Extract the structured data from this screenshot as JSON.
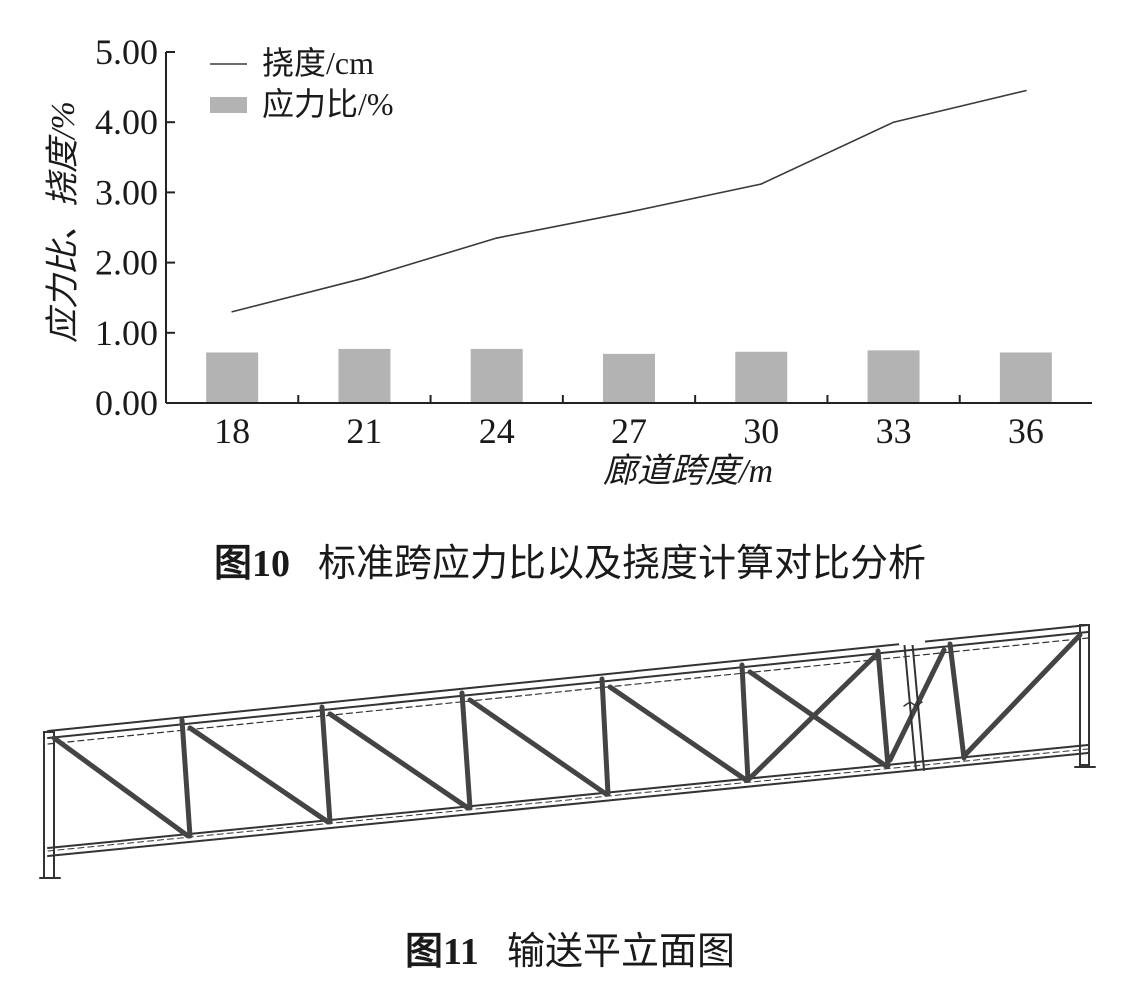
{
  "chart_data": {
    "type": "bar",
    "categories": [
      "18",
      "21",
      "24",
      "27",
      "30",
      "33",
      "36"
    ],
    "series": [
      {
        "name": "挠度/cm",
        "kind": "line",
        "values": [
          1.3,
          1.78,
          2.35,
          2.72,
          3.12,
          4.0,
          4.45
        ],
        "color": "#3a3a3a"
      },
      {
        "name": "应力比/%",
        "kind": "bar",
        "values": [
          0.72,
          0.77,
          0.77,
          0.7,
          0.73,
          0.75,
          0.72
        ],
        "color": "#b3b3b3"
      }
    ],
    "xlabel": "廊道跨度/m",
    "ylabel": "应力比、挠度/%",
    "ylim": [
      0,
      5
    ],
    "yticks": [
      "0.00",
      "1.00",
      "2.00",
      "3.00",
      "4.00",
      "5.00"
    ],
    "grid": false,
    "legend_position": "top-left"
  },
  "captions": {
    "fig10_num": "图10",
    "fig10_text": "标准跨应力比以及挠度计算对比分析",
    "fig11_num": "图11",
    "fig11_text": "输送平立面图"
  }
}
